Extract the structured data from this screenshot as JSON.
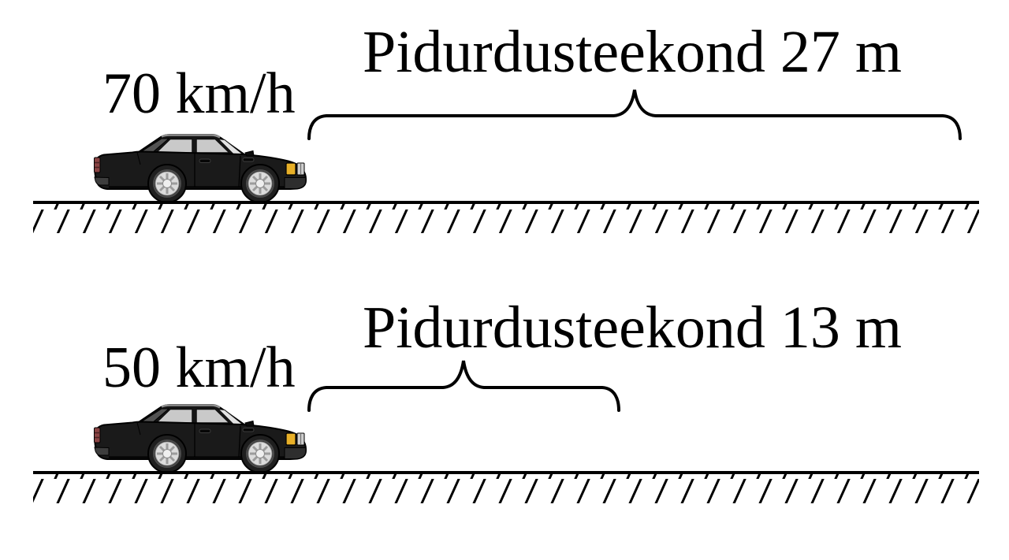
{
  "scenes": [
    {
      "speed_label": "70 km/h",
      "speed_kmh": 70,
      "distance_label": "Pidurdusteekond 27 m",
      "braking_distance_m": 27
    },
    {
      "speed_label": "50 km/h",
      "speed_kmh": 50,
      "distance_label": "Pidurdusteekond 13 m",
      "braking_distance_m": 13
    }
  ],
  "colors": {
    "ink": "#000000",
    "background": "#ffffff",
    "car_body": "#1a1a1a",
    "window_glass": "#c9c9c9",
    "headlight": "#e8b028",
    "taillight": "#8a4444",
    "hubcap": "#dcdcdc"
  }
}
